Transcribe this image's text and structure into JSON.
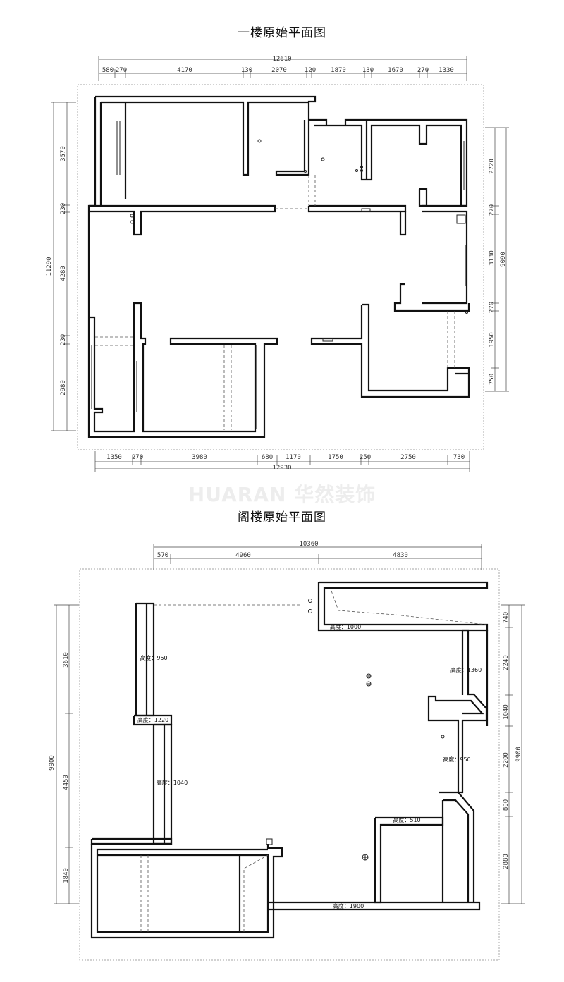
{
  "floor1": {
    "title": "一楼原始平面图",
    "top_total": "12610",
    "top_dims": [
      "580",
      "270",
      "4170",
      "130",
      "2070",
      "120",
      "1870",
      "130",
      "1670",
      "270",
      "1330"
    ],
    "bottom_total": "12930",
    "bottom_dims": [
      "1350",
      "270",
      "3980",
      "680",
      "1170",
      "1750",
      "250",
      "2750",
      "730"
    ],
    "left_total": "11290",
    "left_dims": [
      "3570",
      "230",
      "4280",
      "230",
      "2980"
    ],
    "right_total": "9090",
    "right_dims": [
      "2720",
      "270",
      "3130",
      "270",
      "1950",
      "750"
    ]
  },
  "watermark": "HUARAN 华然装饰",
  "attic": {
    "title": "阁楼原始平面图",
    "top_total": "10360",
    "top_dims": [
      "570",
      "4960",
      "4830"
    ],
    "left_total": "9900",
    "left_dims": [
      "3610",
      "4450",
      "1840"
    ],
    "right_total": "9900",
    "right_dims": [
      "740",
      "2240",
      "1040",
      "2200",
      "800",
      "2880"
    ],
    "height_labels": [
      "高度：1000",
      "高度：950",
      "高度：1360",
      "高度：1220",
      "高度：1040",
      "高度：950",
      "高度：510",
      "高度：1900"
    ]
  }
}
